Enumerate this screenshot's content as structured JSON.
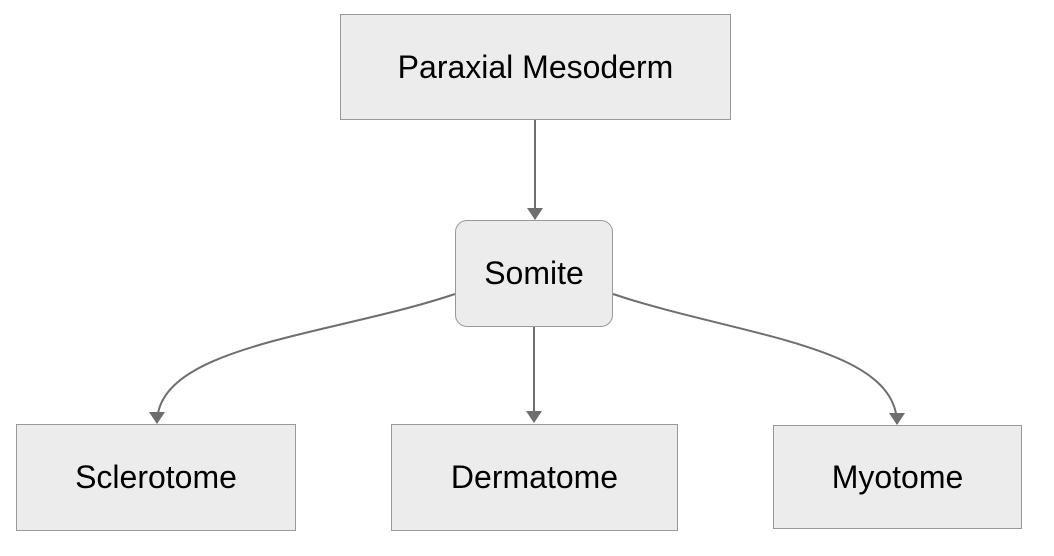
{
  "diagram": {
    "type": "flowchart",
    "direction": "top-down",
    "nodes": [
      {
        "id": "paraxial_mesoderm",
        "label": "Paraxial Mesoderm",
        "shape": "rectangle"
      },
      {
        "id": "somite",
        "label": "Somite",
        "shape": "rounded-rectangle"
      },
      {
        "id": "sclerotome",
        "label": "Sclerotome",
        "shape": "rectangle"
      },
      {
        "id": "dermatome",
        "label": "Dermatome",
        "shape": "rectangle"
      },
      {
        "id": "myotome",
        "label": "Myotome",
        "shape": "rectangle"
      }
    ],
    "edges": [
      {
        "from": "paraxial_mesoderm",
        "to": "somite",
        "style": "solid-arrow"
      },
      {
        "from": "somite",
        "to": "sclerotome",
        "style": "solid-arrow"
      },
      {
        "from": "somite",
        "to": "dermatome",
        "style": "solid-arrow"
      },
      {
        "from": "somite",
        "to": "myotome",
        "style": "solid-arrow"
      }
    ],
    "colors": {
      "node_fill": "#ececec",
      "node_border": "#999999",
      "edge": "#6e6e6e",
      "text": "#000000",
      "background": "#ffffff"
    }
  }
}
